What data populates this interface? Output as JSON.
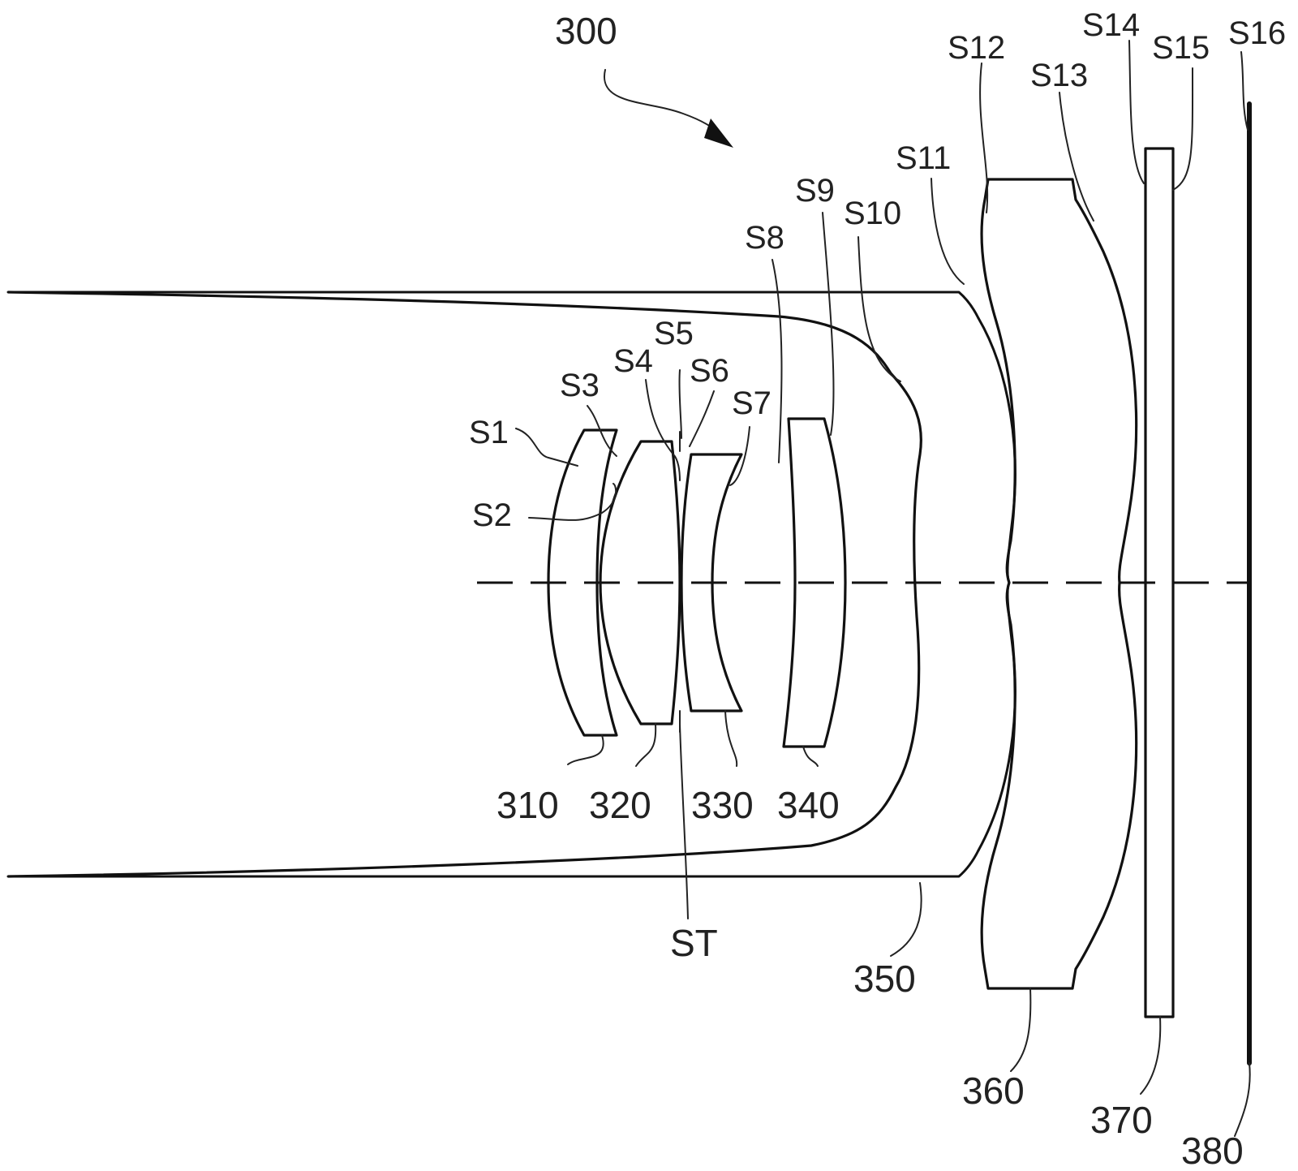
{
  "figure": {
    "assembly_label": "300",
    "surface_labels": [
      "S1",
      "S2",
      "S3",
      "S4",
      "S5",
      "S6",
      "S7",
      "S8",
      "S9",
      "S10",
      "S11",
      "S12",
      "S13",
      "S14",
      "S15",
      "S16"
    ],
    "element_labels": [
      "310",
      "320",
      "330",
      "340",
      "350",
      "360",
      "370",
      "380"
    ],
    "stop_label": "ST"
  }
}
